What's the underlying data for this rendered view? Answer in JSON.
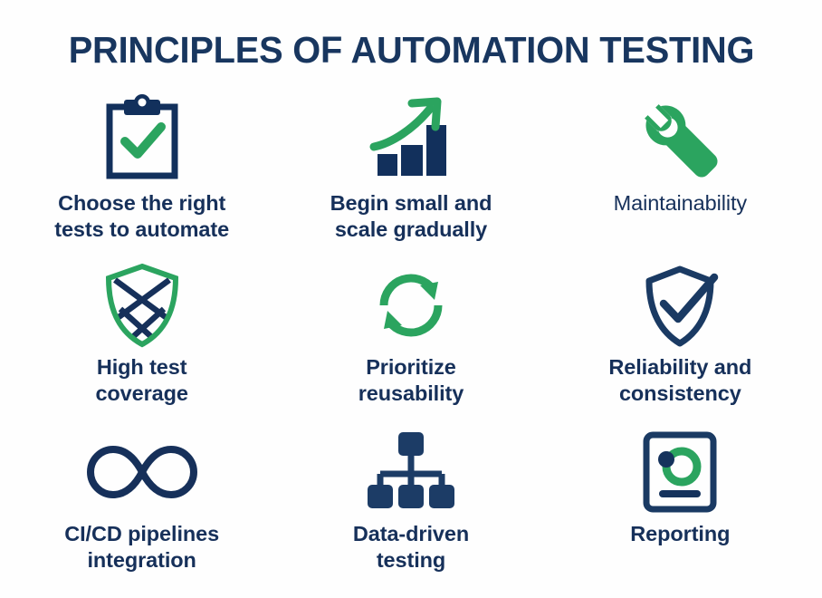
{
  "header": {
    "title": "PRINCIPLES OF AUTOMATION TESTING"
  },
  "colors": {
    "navy": "#16305a",
    "navy_dark": "#12305c",
    "green": "#2ba45f",
    "background": "#fefefe"
  },
  "grid": {
    "columns": 3,
    "rows": 3,
    "items": [
      {
        "id": "choose-tests",
        "icon": "clipboard-check-icon",
        "label": "Choose the right tests to automate",
        "line1": "Choose the right",
        "line2": "tests to automate",
        "weight": "bold"
      },
      {
        "id": "begin-small",
        "icon": "growth-chart-arrow-icon",
        "label": "Begin small and scale gradually",
        "line1": "Begin small and",
        "line2": "scale gradually",
        "weight": "bold"
      },
      {
        "id": "maintainability",
        "icon": "wrench-icon",
        "label": "Maintainability",
        "line1": "Maintainability",
        "line2": "",
        "weight": "light"
      },
      {
        "id": "high-test-coverage",
        "icon": "shield-mesh-icon",
        "label": "High test coverage",
        "line1": "High test",
        "line2": "coverage",
        "weight": "bold"
      },
      {
        "id": "prioritize-reusability",
        "icon": "refresh-cycle-icon",
        "label": "Prioritize reusability",
        "line1": "Prioritize",
        "line2": "reusability",
        "weight": "bold"
      },
      {
        "id": "reliability-consistency",
        "icon": "shield-check-icon",
        "label": "Reliability and consistency",
        "line1": "Reliability and",
        "line2": "consistency",
        "weight": "bold"
      },
      {
        "id": "cicd-pipelines",
        "icon": "infinity-icon",
        "label": "CI/CD pipelines integration",
        "line1": "CI/CD pipelines",
        "line2": "integration",
        "weight": "bold"
      },
      {
        "id": "data-driven-testing",
        "icon": "hierarchy-sitemap-icon",
        "label": "Data-driven testing",
        "line1": "Data-driven",
        "line2": "testing",
        "weight": "bold"
      },
      {
        "id": "reporting",
        "icon": "report-chart-icon",
        "label": "Reporting",
        "line1": "Reporting",
        "line2": "",
        "weight": "bold"
      }
    ]
  }
}
